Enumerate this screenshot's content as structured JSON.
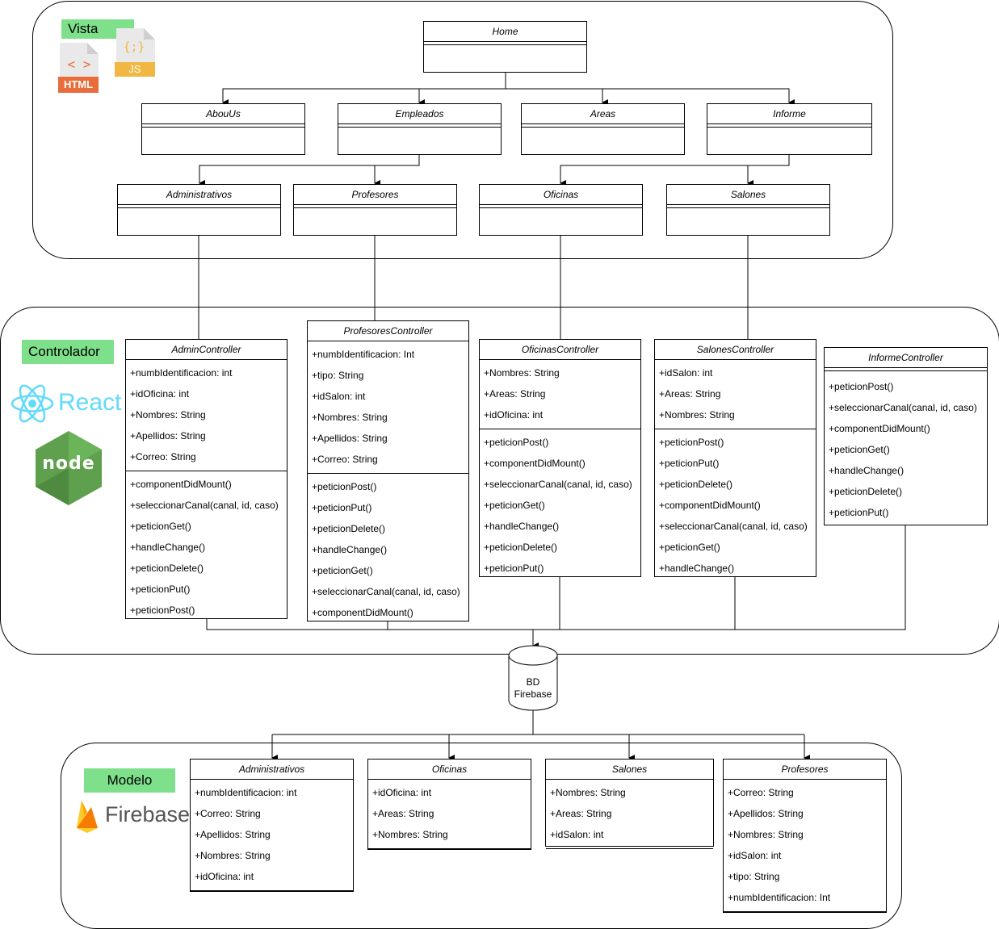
{
  "vista": {
    "tag": "Vista",
    "html_badge": "HTML",
    "js_badge": "JS",
    "classes": {
      "home": "Home",
      "abouus": "AbouUs",
      "empleados": "Empleados",
      "areas": "Areas",
      "informe": "Informe",
      "administrativos": "Administrativos",
      "profesores": "Profesores",
      "oficinas": "Oficinas",
      "salones": "Salones"
    }
  },
  "controlador": {
    "tag": "Controlador",
    "react_text": "React",
    "node_text": "node",
    "admin": {
      "title": "AdminController",
      "attrs": [
        "+numbIdentificacion: int",
        "+idOficina: int",
        "+Nombres: String",
        "+Apellidos: String",
        "+Correo: String"
      ],
      "ops": [
        "+componentDidMount()",
        "+seleccionarCanal(canal, id, caso)",
        "+peticionGet()",
        "+handleChange()",
        "+peticionDelete()",
        "+peticionPut()",
        "+peticionPost()"
      ]
    },
    "profesores": {
      "title": "ProfesoresController",
      "attrs": [
        "+numbIdentificacion: Int",
        "+tipo: String",
        "+idSalon: int",
        "+Nombres: String",
        "+Apellidos: String",
        "+Correo: String"
      ],
      "ops": [
        "+peticionPost()",
        "+peticionPut()",
        "+peticionDelete()",
        "+handleChange()",
        "+peticionGet()",
        "+seleccionarCanal(canal, id, caso)",
        "+componentDidMount()"
      ]
    },
    "oficinas": {
      "title": "OficinasController",
      "attrs": [
        "+Nombres: String",
        "+Areas: String",
        "+idOficina: int"
      ],
      "ops": [
        "+peticionPost()",
        "+componentDidMount()",
        "+seleccionarCanal(canal, id, caso)",
        "+peticionGet()",
        "+handleChange()",
        "+peticionDelete()",
        "+peticionPut()"
      ]
    },
    "salones": {
      "title": "SalonesController",
      "attrs": [
        "+idSalon: int",
        "+Areas: String",
        "+Nombres: String"
      ],
      "ops": [
        "+peticionPost()",
        "+peticionPut()",
        "+peticionDelete()",
        "+componentDidMount()",
        "+seleccionarCanal(canal, id, caso)",
        "+peticionGet()",
        "+handleChange()"
      ]
    },
    "informe": {
      "title": "InformeController",
      "ops": [
        "+peticionPost()",
        "+seleccionarCanal(canal, id, caso)",
        "+componentDidMount()",
        "+peticionGet()",
        "+handleChange()",
        "+peticionDelete()",
        "+peticionPut()"
      ]
    }
  },
  "database": {
    "line1": "BD",
    "line2": "Firebase"
  },
  "modelo": {
    "tag": "Modelo",
    "firebase_text": "Firebase",
    "administrativos": {
      "title": "Administrativos",
      "attrs": [
        "+numbIdentificacion: int",
        "+Correo: String",
        "+Apellidos: String",
        "+Nombres: String",
        "+idOficina: int"
      ]
    },
    "oficinas": {
      "title": "Oficinas",
      "attrs": [
        "+idOficina: int",
        "+Areas: String",
        "+Nombres: String"
      ]
    },
    "salones": {
      "title": "Salones",
      "attrs": [
        "+Nombres: String",
        "+Areas: String",
        "+idSalon: int"
      ]
    },
    "profesores": {
      "title": "Profesores",
      "attrs": [
        "+Correo: String",
        "+Apellidos: String",
        "+Nombres: String",
        "+idSalon: int",
        "+tipo: String",
        "+numbIdentificacion: Int"
      ]
    }
  }
}
